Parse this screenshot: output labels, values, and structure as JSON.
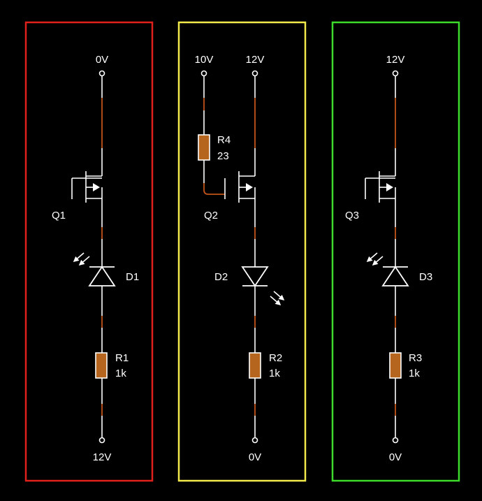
{
  "colors": {
    "frame_red": "#e0201b",
    "frame_yellow": "#f2e94a",
    "frame_green": "#3ddc2c",
    "wire": "#ffffff",
    "current": "#c0541a",
    "resistor_fill": "#b5651d"
  },
  "circuits": [
    {
      "top_voltage": "0V",
      "bottom_voltage": "12V",
      "transistor": "Q1",
      "diode": "D1",
      "resistor": {
        "name": "R1",
        "value": "1k"
      }
    },
    {
      "gate_voltage": "10V",
      "top_voltage": "12V",
      "bottom_voltage": "0V",
      "gate_resistor": {
        "name": "R4",
        "value": "23"
      },
      "transistor": "Q2",
      "diode": "D2",
      "resistor": {
        "name": "R2",
        "value": "1k"
      }
    },
    {
      "top_voltage": "12V",
      "bottom_voltage": "0V",
      "transistor": "Q3",
      "diode": "D3",
      "resistor": {
        "name": "R3",
        "value": "1k"
      }
    }
  ]
}
